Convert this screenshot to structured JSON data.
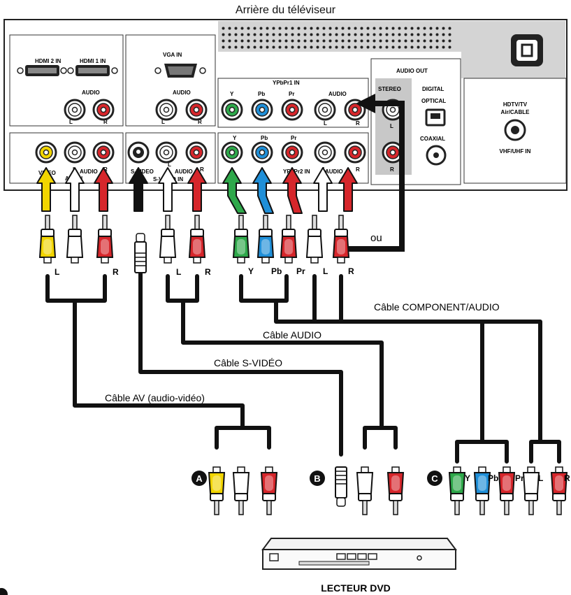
{
  "title": "Arrière du téléviseur",
  "panel": {
    "hdmi2": "HDMI 2 IN",
    "hdmi1": "HDMI 1 IN",
    "vga": "VGA IN",
    "audio": "AUDIO",
    "L": "L",
    "R": "R",
    "ypbpr1": "YPbPr1 IN",
    "ypbpr2": "YPbPr2 IN",
    "Y": "Y",
    "Pb": "Pb",
    "Pr": "Pr",
    "video": "VIDEO",
    "av2": "AV2 IN",
    "svideo": "S-VIDEO",
    "svideo_in": "S-VIDEO IN",
    "audio_out": "AUDIO OUT",
    "stereo": "STEREO",
    "digital": "DIGITAL",
    "optical": "OPTICAL",
    "coaxial": "COAXIAL",
    "hdtv": "HDTV/TV",
    "air_cable": "Air/CABLE",
    "vhf": "VHF/UHF IN"
  },
  "labels": {
    "ou": "ou",
    "component": "Câble COMPONENT/AUDIO",
    "audio_cable": "Câble AUDIO",
    "svideo_cable": "Câble S-VIDÉO",
    "av_cable": "Câble AV (audio-vidéo)",
    "dvd": "LECTEUR DVD",
    "plug_L": "L",
    "plug_R": "R",
    "plug_Y": "Y",
    "plug_Pb": "Pb",
    "plug_Pr": "Pr",
    "badge_a": "A",
    "badge_b": "B",
    "badge_c": "C"
  },
  "colors": {
    "yellow": "#f2d500",
    "white": "#ffffff",
    "red": "#d6262b",
    "green": "#2ea84a",
    "blue": "#1f8fd8",
    "black": "#111111",
    "panel_gray": "#cfcfcf"
  }
}
